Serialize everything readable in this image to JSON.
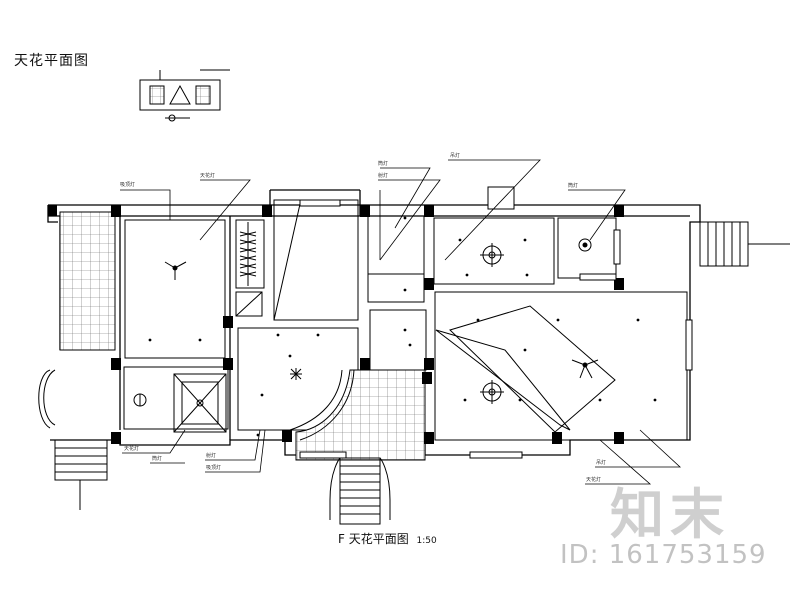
{
  "drawing": {
    "title": "天花平面图",
    "plan_title": "F 天花平面图",
    "plan_scale": "1:50",
    "watermark_logo": "知末",
    "watermark_id": "ID: 161753159"
  },
  "colors": {
    "line": "#000000",
    "tile": "#555555",
    "watermark": "#c8c8c8"
  },
  "light_labels": [
    "天花灯",
    "吸顶灯",
    "筒灯",
    "吊灯",
    "射灯"
  ],
  "icons": [
    "ceiling-fan-icon",
    "chandelier-icon",
    "downlight-icon",
    "north-arrow-icon"
  ]
}
